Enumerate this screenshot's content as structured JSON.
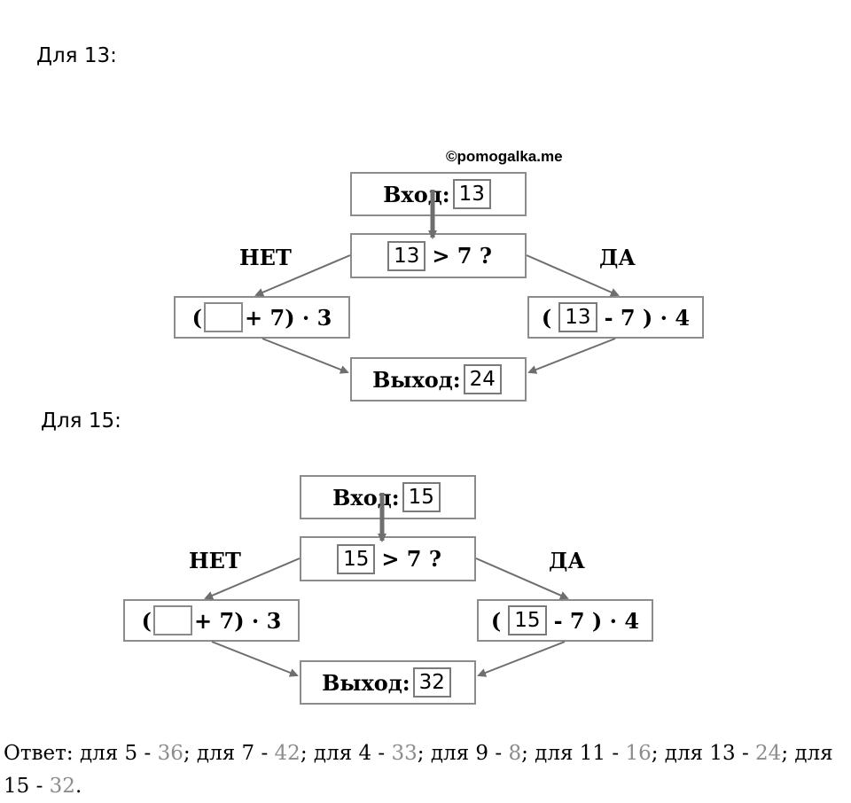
{
  "watermark": "©pomogalka.me",
  "sections": [
    {
      "label": "Для 13:",
      "input_label": "Вход:",
      "input_value": "13",
      "condition_value": "13",
      "condition_text": "> 7 ?",
      "no_label": "НЕТ",
      "yes_label": "ДА",
      "no_formula_open": "(",
      "no_formula_rest": "+ 7) · 3",
      "yes_formula_open": "(",
      "yes_formula_value": "13",
      "yes_formula_rest": "- 7 ) · 4",
      "output_label": "Выход:",
      "output_value": "24"
    },
    {
      "label": "Для 15:",
      "input_label": "Вход:",
      "input_value": "15",
      "condition_value": "15",
      "condition_text": "> 7 ?",
      "no_label": "НЕТ",
      "yes_label": "ДА",
      "no_formula_open": "(",
      "no_formula_rest": "+ 7) · 3",
      "yes_formula_open": "(",
      "yes_formula_value": "15",
      "yes_formula_rest": "- 7 ) · 4",
      "output_label": "Выход:",
      "output_value": "32"
    }
  ],
  "answer": {
    "prefix": "Ответ: ",
    "items": [
      {
        "text": "для 5 - ",
        "value": "36",
        "sep": "; "
      },
      {
        "text": "для 7 -  ",
        "value": "42",
        "sep": "; "
      },
      {
        "text": "для 4 -  ",
        "value": "33",
        "sep": "; "
      },
      {
        "text": "для 9 -  ",
        "value": "8",
        "sep": "; "
      },
      {
        "text": "для 11 -  ",
        "value": "16",
        "sep": "; "
      },
      {
        "text": "для 13 - ",
        "value": "24",
        "sep": "; "
      },
      {
        "text": "для 15 - ",
        "value": "32",
        "sep": "."
      }
    ]
  },
  "colors": {
    "box_border": "#8c8c8c",
    "arrow": "#6e6e6e",
    "answer_value": "#8c8c8c"
  }
}
